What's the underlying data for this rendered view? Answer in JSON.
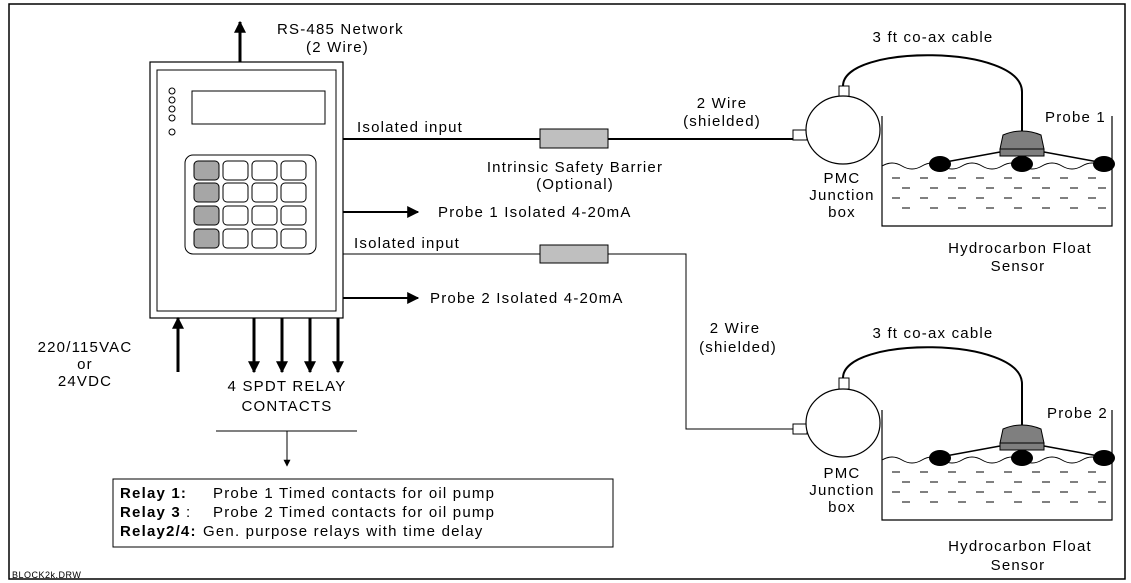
{
  "network": {
    "line1": "RS-485 Network",
    "line2": "(2 Wire)"
  },
  "power": {
    "line1": "220/115VAC",
    "line2": "or",
    "line3": "24VDC"
  },
  "relay_contacts": {
    "line1": "4 SPDT RELAY",
    "line2": "CONTACTS"
  },
  "input1": {
    "label": "Isolated input"
  },
  "input2": {
    "label": "Isolated input"
  },
  "barrier": {
    "line1": "Intrinsic Safety Barrier",
    "line2": "(Optional)"
  },
  "output1": {
    "label": "Probe 1 Isolated 4-20mA"
  },
  "output2": {
    "label": "Probe 2 Isolated 4-20mA"
  },
  "wire1": {
    "line1": "2 Wire",
    "line2": "(shielded)"
  },
  "wire2": {
    "line1": "2 Wire",
    "line2": "(shielded)"
  },
  "cable1": {
    "label": "3 ft co-ax cable"
  },
  "cable2": {
    "label": "3 ft co-ax cable"
  },
  "junction1": {
    "line1": "PMC",
    "line2": "Junction",
    "line3": "box"
  },
  "junction2": {
    "line1": "PMC",
    "line2": "Junction",
    "line3": "box"
  },
  "probe1": {
    "label": "Probe 1",
    "sensor_line1": "Hydrocarbon Float",
    "sensor_line2": "Sensor"
  },
  "probe2": {
    "label": "Probe 2",
    "sensor_line1": "Hydrocarbon Float",
    "sensor_line2": "Sensor"
  },
  "relay_table": {
    "rows": [
      {
        "key": "Relay 1:",
        "desc": "Probe 1 Timed contacts for oil pump"
      },
      {
        "key": "Relay 3",
        "sep": ":",
        "desc": "Probe 2 Timed contacts for oil pump"
      },
      {
        "key": "Relay2/4:",
        "desc": "Gen. purpose relays with time delay"
      }
    ]
  },
  "file_label": "BLOCK2k.DRW"
}
